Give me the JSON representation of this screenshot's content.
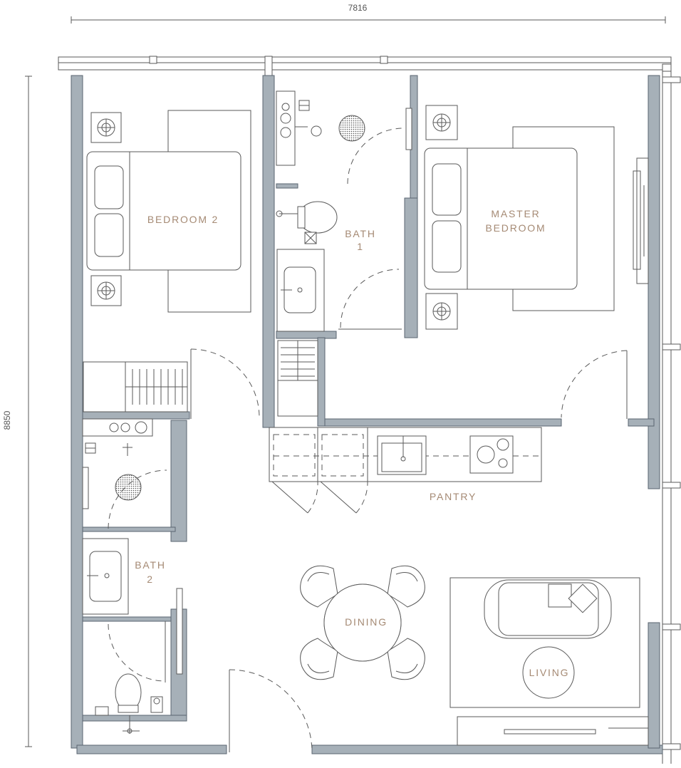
{
  "dimensions": {
    "width": "7816",
    "height": "8850"
  },
  "rooms": {
    "bedroom2": "BEDROOM 2",
    "master_line1": "MASTER",
    "master_line2": "BEDROOM",
    "bath1_line1": "BATH",
    "bath1_line2": "1",
    "bath2_line1": "BATH",
    "bath2_line2": "2",
    "pantry": "PANTRY",
    "dining": "DINING",
    "living": "LIVING"
  },
  "colors": {
    "wall": "#a6b0b8",
    "label": "#a58a74",
    "line": "#5a5a5a"
  }
}
